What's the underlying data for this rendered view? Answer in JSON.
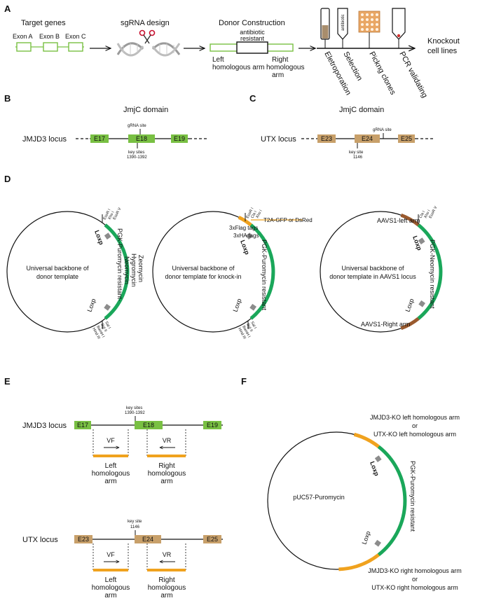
{
  "colors": {
    "green": "#79c043",
    "tan": "#c8a06a",
    "cassette": "#1aa75a",
    "orange": "#f0a21e",
    "brown": "#9a5a2e",
    "loxp": "#8c8c8c",
    "line": "#111111"
  },
  "panel_a": {
    "label": "A",
    "target_genes": "Target genes",
    "exons": [
      "Exon A",
      "Exon B",
      "Exon C"
    ],
    "sgrna_design": "sgRNA design",
    "donor_construction": "Donor Construction",
    "antibiotic_line1": "antibiotic",
    "antibiotic_line2": "resistant",
    "left_arm_line1": "Left",
    "left_arm_line2": "homologous arm",
    "right_arm_line1": "Right",
    "right_arm_line2": "homologous",
    "right_arm_line3": "arm",
    "tube_label": "antibiotic",
    "steps": [
      "Eletroporation",
      "Selection",
      "Pickng clones",
      "PCR validating"
    ],
    "knockout_line1": "Knockout",
    "knockout_line2": "cell lines"
  },
  "panel_b": {
    "label": "B",
    "domain_title": "JmjC domain",
    "locus_label": "JMJD3 locus",
    "exons": [
      "E17",
      "E18",
      "E19"
    ],
    "grna_site": "gRNA site",
    "key_sites_line1": "key sites",
    "key_sites_line2": "1390-1392"
  },
  "panel_c": {
    "label": "C",
    "domain_title": "JmjC domain",
    "locus_label": "UTX locus",
    "exons": [
      "E23",
      "E24",
      "E25"
    ],
    "grna_site": "gRNA site",
    "key_site_line1": "key site",
    "key_site_line2": "1146"
  },
  "panel_d": {
    "label": "D",
    "plasmid1": {
      "center_line1": "Universal backbone of",
      "center_line2": "donor template",
      "sites_top": [
        "EcoR I",
        "Xho I",
        "EcoR V"
      ],
      "sites_bottom": [
        "Sal I",
        "Bgl II",
        "BamH I",
        "Hind III"
      ],
      "loxp_top": "Loxp",
      "loxp_bottom": "Loxp",
      "cassette_lines": [
        "PGK-Puromycin resistant-",
        "Neomycin",
        "Hygromycin",
        "Zeomycin"
      ]
    },
    "plasmid2": {
      "center_line1": "Universal backbone of",
      "center_line2": "donor template for knock-in",
      "sites_top": [
        "EcoR I",
        "Cla I",
        "Xho I"
      ],
      "sites_bottom": [
        "Sal I",
        "Bgl II",
        "BamH I",
        "Hind III"
      ],
      "tag1": "3xFlag tags",
      "tag2": "3xHA tags",
      "t2a": "T2A-GFP or DsRed",
      "loxp_top": "Loxp",
      "loxp_bottom": "Loxp",
      "cassette": "PGK-Puromycin resistant"
    },
    "plasmid3": {
      "center_line1": "Universal backbone of",
      "center_line2": "donor template in AAVS1 locus",
      "sites_top": [
        "Cla I",
        "Xho I",
        "EcoR V"
      ],
      "left_arm": "AAVS1-left arm",
      "right_arm": "AAVS1-Right arm",
      "loxp_top": "Loxp",
      "loxp_bottom": "Loxp",
      "cassette": "PGK-Neomycin resistant"
    }
  },
  "panel_e": {
    "label": "E",
    "jmjd3": {
      "locus_label": "JMJD3 locus",
      "exons": [
        "E17",
        "E18",
        "E19"
      ],
      "key_sites_line1": "key sites",
      "key_sites_line2": "1390-1392",
      "vf": "VF",
      "vr": "VR",
      "left_arm": [
        "Left",
        "homologous",
        "arm"
      ],
      "right_arm": [
        "Right",
        "homologous",
        "arm"
      ]
    },
    "utx": {
      "locus_label": "UTX locus",
      "exons": [
        "E23",
        "E24",
        "E25"
      ],
      "key_site_line1": "key site",
      "key_site_line2": "1146",
      "vf": "VF",
      "vr": "VR",
      "left_arm": [
        "Left",
        "homologous",
        "arm"
      ],
      "right_arm": [
        "Right",
        "homologous",
        "arm"
      ]
    }
  },
  "panel_f": {
    "label": "F",
    "center": "pUC57-Puromycin",
    "top_line1": "JMJD3-KO left homologous arm",
    "top_or": "or",
    "top_line2": "UTX-KO left homologous arm",
    "bottom_line1": "JMJD3-KO right homologous arm",
    "bottom_or": "or",
    "bottom_line2": "UTX-KO right homologous arm",
    "loxp_top": "Loxp",
    "loxp_bottom": "Loxp",
    "cassette": "PGK-Puromycin resistant"
  }
}
